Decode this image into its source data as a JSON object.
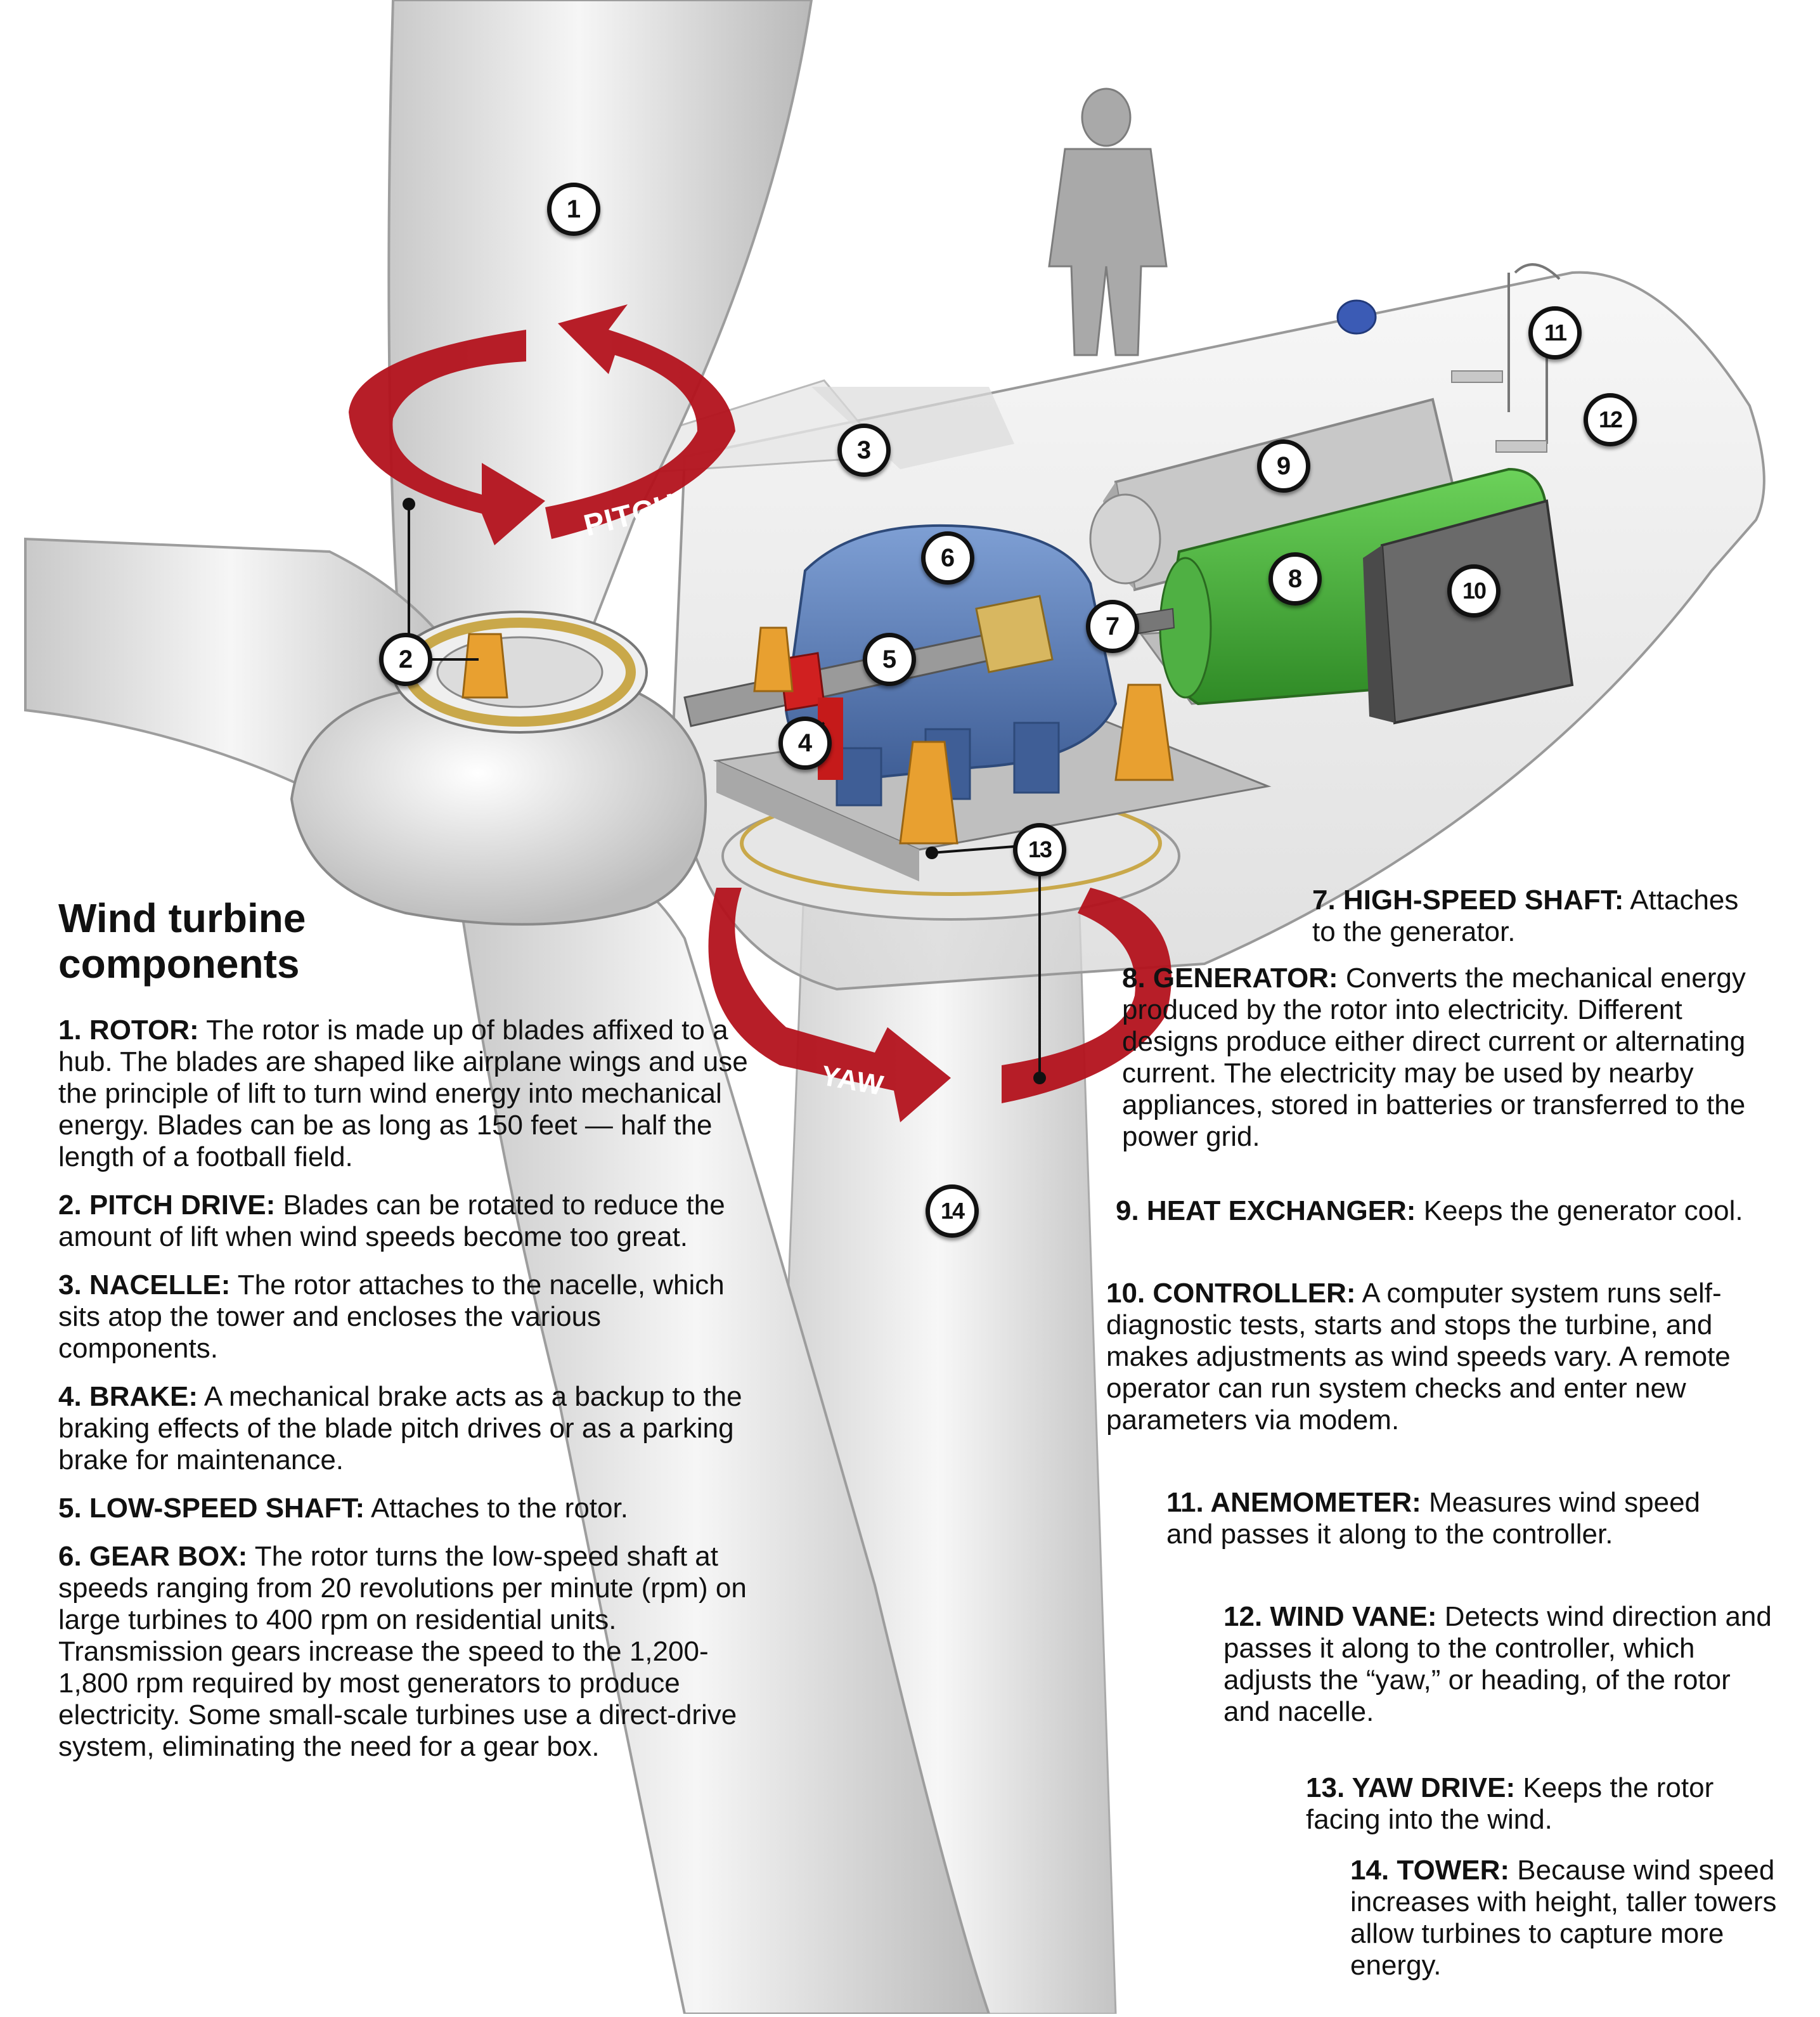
{
  "title_line1": "Wind turbine",
  "title_line2": "components",
  "callouts": [
    "1",
    "2",
    "3",
    "4",
    "5",
    "6",
    "7",
    "8",
    "9",
    "10",
    "11",
    "12",
    "13",
    "14"
  ],
  "arrow_labels": {
    "pitch": "PITCH",
    "yaw": "YAW"
  },
  "items": [
    {
      "label": "1. ROTOR:",
      "text": "The rotor is made up of blades affixed to a hub. The blades are shaped like airplane wings and use the principle of lift to turn wind energy into mechanical energy. Blades can be as long as 150 feet — half the length of a football field."
    },
    {
      "label": "2. PITCH DRIVE:",
      "text": "Blades can be rotated to reduce the amount of lift when wind speeds become too great."
    },
    {
      "label": "3. NACELLE:",
      "text": "The rotor attaches to the nacelle, which sits atop the tower and encloses the various components."
    },
    {
      "label": "4. BRAKE:",
      "text": "A mechanical brake acts as a backup to the braking effects of the blade pitch drives or as a parking brake for maintenance."
    },
    {
      "label": "5. LOW-SPEED SHAFT:",
      "text": "Attaches to the rotor."
    },
    {
      "label": "6. GEAR BOX:",
      "text": "The rotor turns the low-speed shaft at speeds ranging from 20 revolutions per minute (rpm) on large turbines to 400 rpm on residential units. Transmission gears increase the speed to the 1,200-1,800 rpm required by most generators to produce electricity. Some small-scale turbines use a direct-drive system, eliminating the need for a gear box."
    },
    {
      "label": "7. HIGH-SPEED SHAFT:",
      "text": "Attaches to the generator."
    },
    {
      "label": "8. GENERATOR:",
      "text": "Converts the mechanical energy produced by the rotor into electricity. Different designs produce either direct current or alternating current. The electricity may be used by nearby appliances, stored in batteries or transferred to the power grid."
    },
    {
      "label": "9. HEAT EXCHANGER:",
      "text": "Keeps the generator cool."
    },
    {
      "label": "10. CONTROLLER:",
      "text": "A computer system runs self-diagnostic tests, starts and stops the turbine, and makes adjustments as wind speeds vary. A remote operator can run system checks and enter new parameters via modem."
    },
    {
      "label": "11. ANEMOMETER:",
      "text": "Measures wind speed and passes it along to the controller."
    },
    {
      "label": "12. WIND VANE:",
      "text": "Detects wind direction and passes it along to the controller, which adjusts the “yaw,” or heading, of the rotor and nacelle."
    },
    {
      "label": "13. YAW DRIVE:",
      "text": "Keeps the rotor facing into the wind."
    },
    {
      "label": "14. TOWER:",
      "text": "Because wind speed increases with height, taller towers allow turbines to capture more energy."
    }
  ],
  "colors": {
    "arrow_red": "#b3121c",
    "gearbox_blue": "#5b7fb8",
    "generator_green": "#4caa3a",
    "controller_gray": "#6a6a6a",
    "yaw_orange": "#e8a030",
    "bearing_gold": "#c9a84a"
  }
}
